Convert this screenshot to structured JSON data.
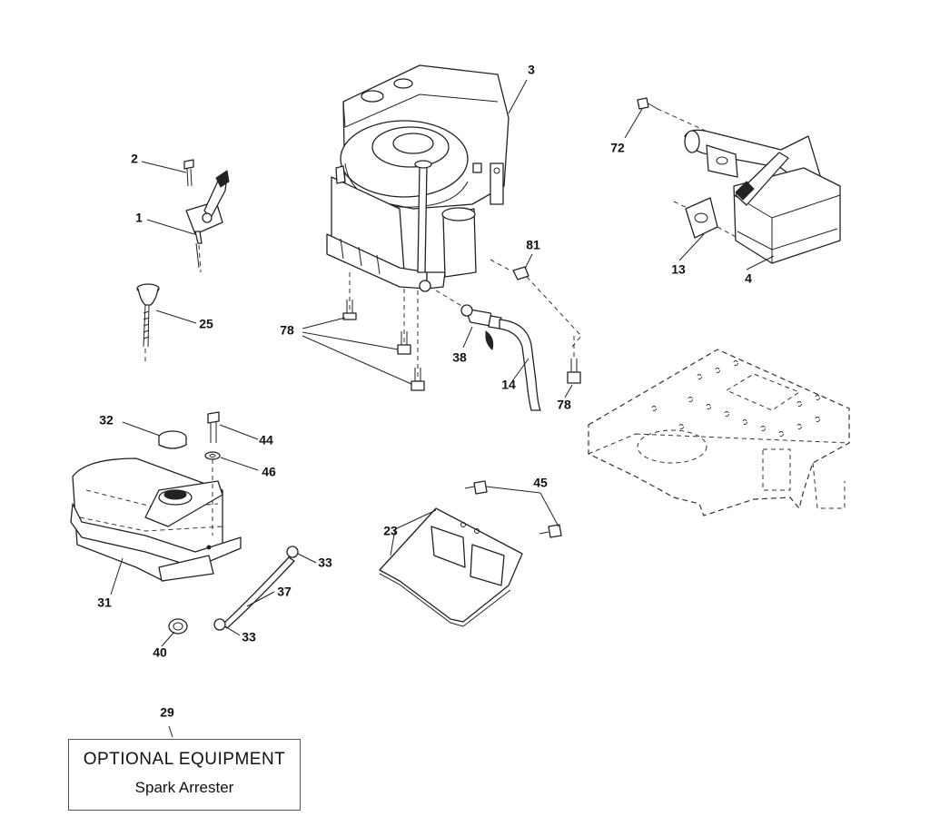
{
  "parts": [
    {
      "label": "1"
    },
    {
      "label": "2"
    },
    {
      "label": "3"
    },
    {
      "label": "4"
    },
    {
      "label": "13"
    },
    {
      "label": "14"
    },
    {
      "label": "23"
    },
    {
      "label": "25"
    },
    {
      "label": "29"
    },
    {
      "label": "31"
    },
    {
      "label": "32"
    },
    {
      "label": "33"
    },
    {
      "label": "33"
    },
    {
      "label": "37"
    },
    {
      "label": "38"
    },
    {
      "label": "40"
    },
    {
      "label": "44"
    },
    {
      "label": "45"
    },
    {
      "label": "46"
    },
    {
      "label": "72"
    },
    {
      "label": "78"
    },
    {
      "label": "78"
    },
    {
      "label": "81"
    }
  ],
  "optional_equipment": {
    "title": "OPTIONAL EQUIPMENT",
    "item": "Spark Arrester"
  }
}
